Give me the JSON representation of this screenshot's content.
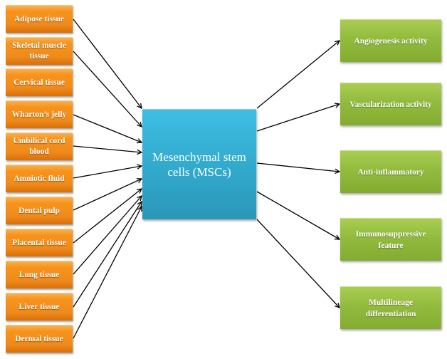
{
  "diagram": {
    "hub": {
      "label": "Mesenchymal stem cells (MSCs)",
      "color": "#31a9cc"
    },
    "sources": {
      "color": "#f7941d",
      "items": [
        {
          "label": "Adipose tissue"
        },
        {
          "label": "Skeletal muscle tissue"
        },
        {
          "label": "Cervical tissue"
        },
        {
          "label": "Wharton’s jelly"
        },
        {
          "label": "Umbilical cord blood"
        },
        {
          "label": "Amniotic fluid"
        },
        {
          "label": "Dental pulp"
        },
        {
          "label": "Placental tissue"
        },
        {
          "label": "Lung tissue"
        },
        {
          "label": "Liver tissue"
        },
        {
          "label": "Dermal tissue"
        }
      ]
    },
    "outcomes": {
      "color": "#94bd3f",
      "items": [
        {
          "label": "Angiogenesis activity"
        },
        {
          "label": "Vascularization activity"
        },
        {
          "label": "Anti-inflammatory"
        },
        {
          "label": "Immunosuppressive feature"
        },
        {
          "label": "Multilineage differentiation"
        }
      ]
    },
    "edges": {
      "sources_to_hub": [
        {
          "from": "Adipose tissue",
          "to": "MSCs"
        },
        {
          "from": "Skeletal muscle tissue",
          "to": "MSCs"
        },
        {
          "from": "Cervical tissue",
          "to": "MSCs"
        },
        {
          "from": "Wharton’s jelly",
          "to": "MSCs"
        },
        {
          "from": "Umbilical cord blood",
          "to": "MSCs"
        },
        {
          "from": "Amniotic fluid",
          "to": "MSCs"
        },
        {
          "from": "Dental pulp",
          "to": "MSCs"
        },
        {
          "from": "Placental tissue",
          "to": "MSCs"
        },
        {
          "from": "Lung tissue",
          "to": "MSCs"
        },
        {
          "from": "Liver tissue",
          "to": "MSCs"
        },
        {
          "from": "Dermal tissue",
          "to": "MSCs"
        }
      ],
      "hub_to_outcomes": [
        {
          "from": "MSCs",
          "to": "Angiogenesis activity"
        },
        {
          "from": "MSCs",
          "to": "Vascularization activity"
        },
        {
          "from": "MSCs",
          "to": "Anti-inflammatory"
        },
        {
          "from": "MSCs",
          "to": "Immunosuppressive feature"
        },
        {
          "from": "MSCs",
          "to": "Multilineage differentiation"
        }
      ]
    }
  }
}
